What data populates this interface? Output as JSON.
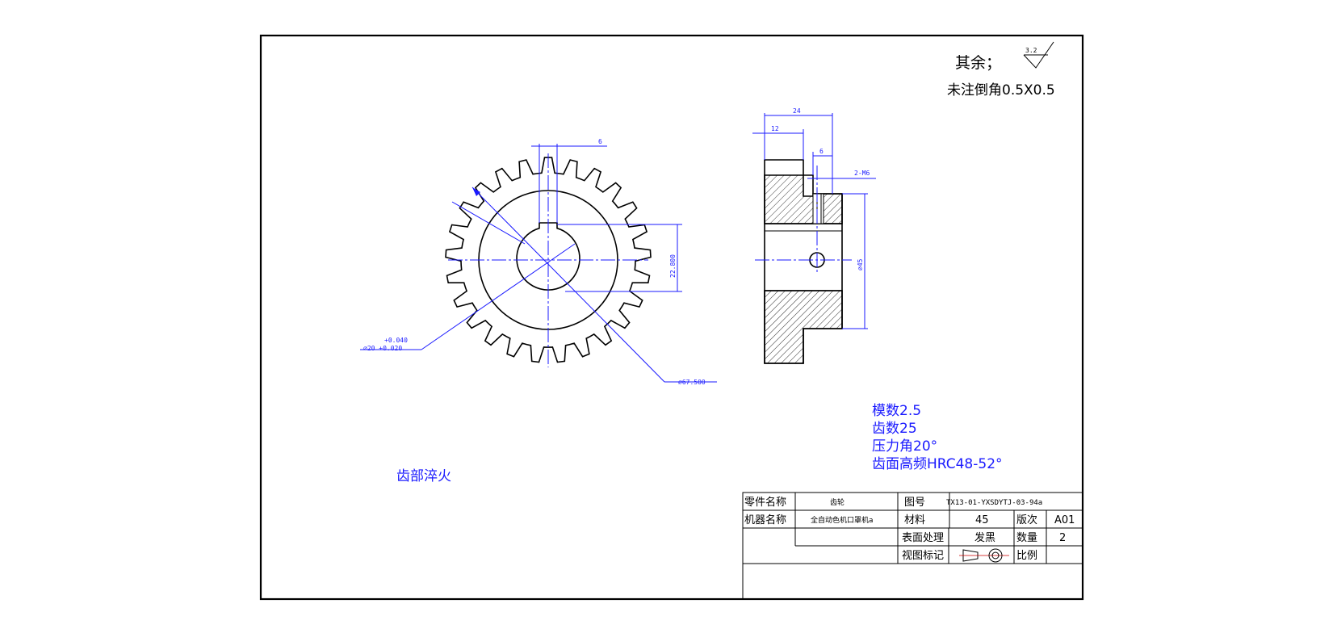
{
  "notes": {
    "surface_rest_label": "其余；",
    "roughness_value": "3.2",
    "chamfer_note": "未注倒角0.5X0.5",
    "hardening_note": "齿部淬火"
  },
  "gear_spec": {
    "module": "模数2.5",
    "teeth": "齿数25",
    "pressure_angle": "压力角20°",
    "hardness": "齿面高频HRC48-52°"
  },
  "front_view_dims": {
    "keyway_width": "6",
    "keyway_depth": "22.800",
    "bore_tol_upper": "+0.040",
    "bore_dia": "⌀20 +0.020",
    "outer_dia": "⌀67.500"
  },
  "side_view_dims": {
    "total_width": "24",
    "hub_width": "12",
    "hole_offset": "6",
    "thread": "2-M6",
    "hub_dia": "⌀45"
  },
  "title_block": {
    "part_name_label": "零件名称",
    "part_name": "齿轮",
    "drawing_no_label": "图号",
    "drawing_no": "TX13-01-YXSDYTJ-03-94a",
    "machine_label": "机器名称",
    "machine_name": "全自动色机口罩机a",
    "material_label": "材料",
    "material": "45",
    "version_label": "版次",
    "version": "A01",
    "surface_label": "表面处理",
    "surface": "发黑",
    "qty_label": "数量",
    "qty": "2",
    "view_label": "视图标记",
    "scale_label": "比例"
  },
  "colors": {
    "annotation": "#1a1aff",
    "outline": "#000000"
  }
}
